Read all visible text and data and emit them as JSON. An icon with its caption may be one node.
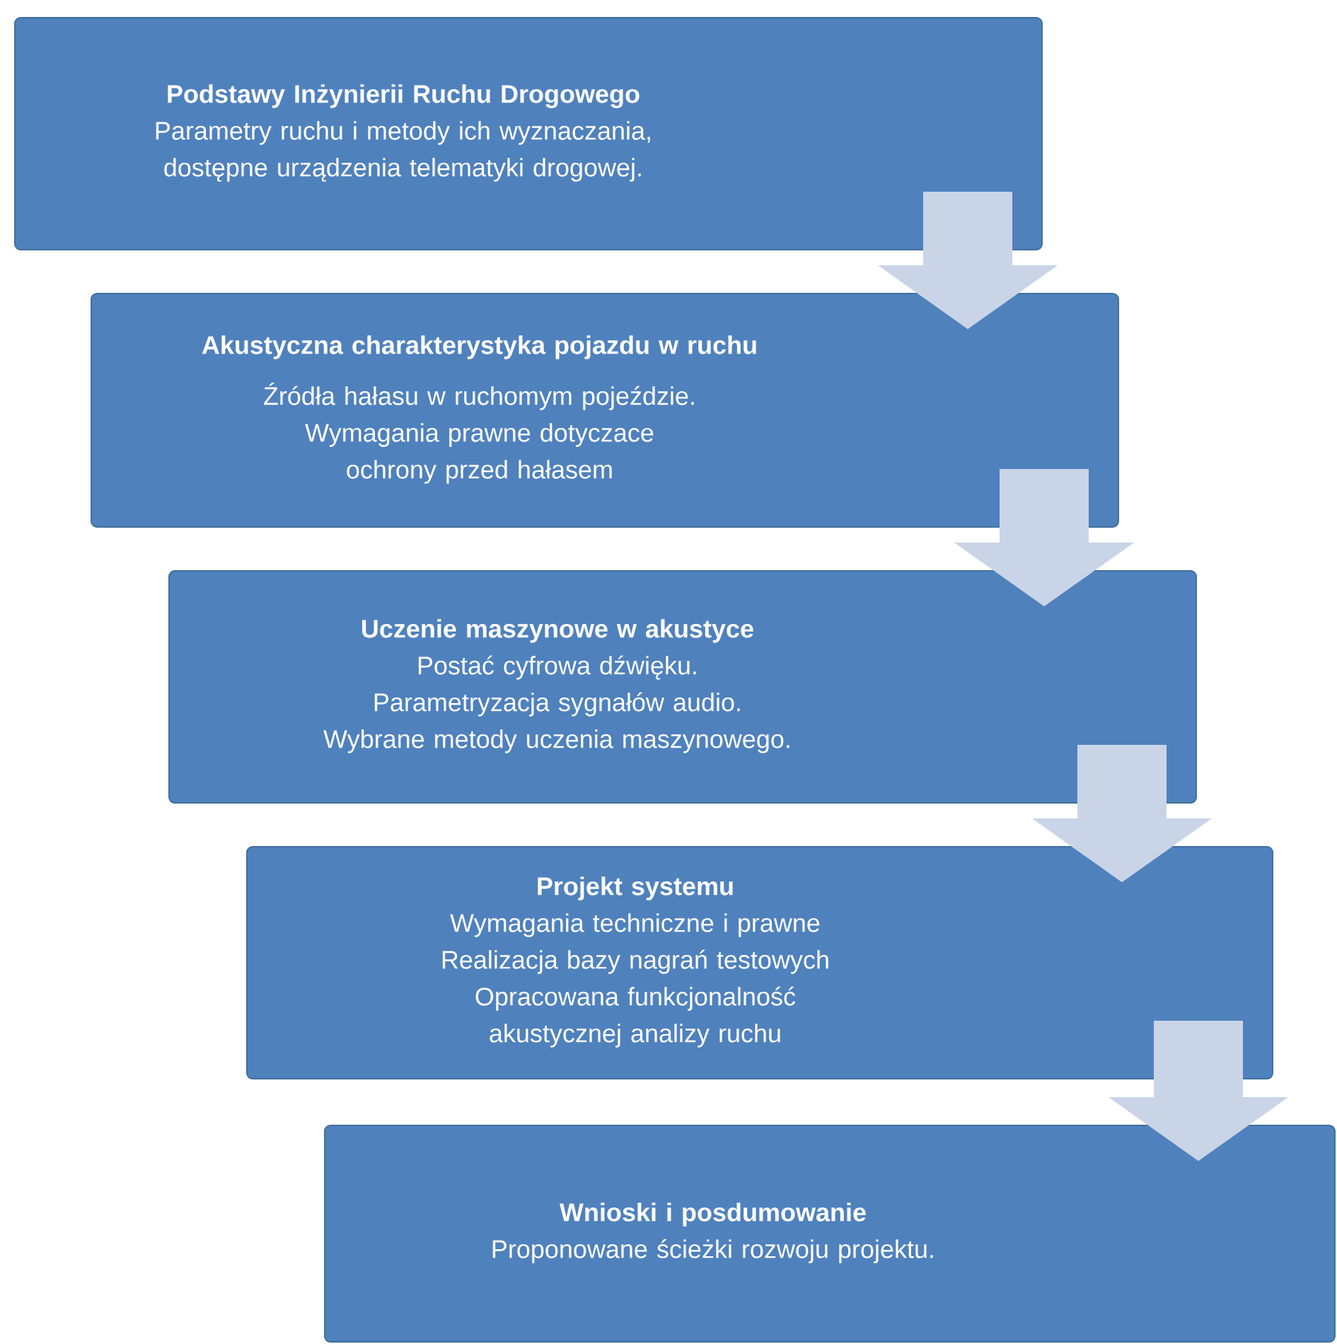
{
  "diagram": {
    "nodes": [
      {
        "text": [
          "Podstawy Inżynierii Ruchu Drogowego",
          "Parametry ruchu i metody ich wyznaczania, dostępne urządzenia telematyki drogowej."
        ]
      },
      {
        "text": [
          "Akustyczna charakterystyka pojazdu w ruchu",
          "Źródła hałasu w ruchomym pojeździe.",
          "Wymagania prawne dotyczace ochrony przed hałasem"
        ]
      },
      {
        "text": [
          "Uczenie maszynowe w akustyce",
          "Postać cyfrowa dźwięku.",
          "Parametryzacja sygnałów audio.",
          "Wybrane metody uczenia maszynowego."
        ]
      },
      {
        "text": [
          "Projekt systemu",
          "Wymagania techniczne i prawne",
          "Realizacja bazy nagrań testowych",
          "Opracowana funkcjonalność akustycznej analizy ruchu"
        ]
      },
      {
        "text": [
          "Wnioski i posdumowanie",
          "Proponowane ścieżki rozwoju projektu."
        ]
      }
    ],
    "edges": [
      {
        "from": 0,
        "to": 1,
        "arrow": "to"
      },
      {
        "from": 1,
        "to": 2,
        "arrow": "to"
      },
      {
        "from": 2,
        "to": 3,
        "arrow": "to"
      },
      {
        "from": 3,
        "to": 4,
        "arrow": "to"
      }
    ]
  }
}
